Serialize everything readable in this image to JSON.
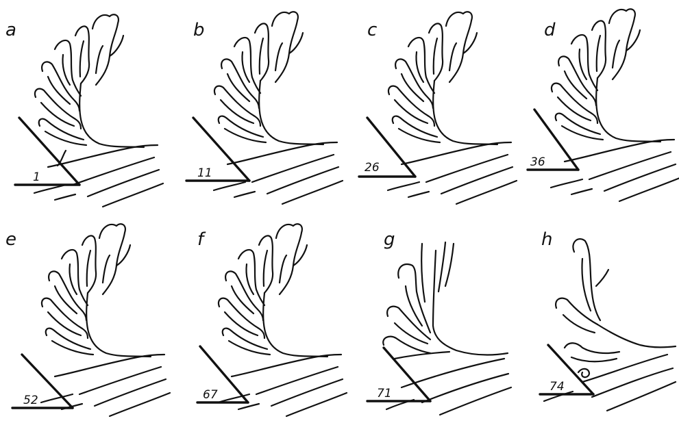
{
  "panels": [
    {
      "letter": "a",
      "number": "1"
    },
    {
      "letter": "b",
      "number": "11"
    },
    {
      "letter": "c",
      "number": "26"
    },
    {
      "letter": "d",
      "number": "36"
    },
    {
      "letter": "e",
      "number": "52"
    },
    {
      "letter": "f",
      "number": "67"
    },
    {
      "letter": "g",
      "number": "71"
    },
    {
      "letter": "h",
      "number": "74"
    }
  ]
}
